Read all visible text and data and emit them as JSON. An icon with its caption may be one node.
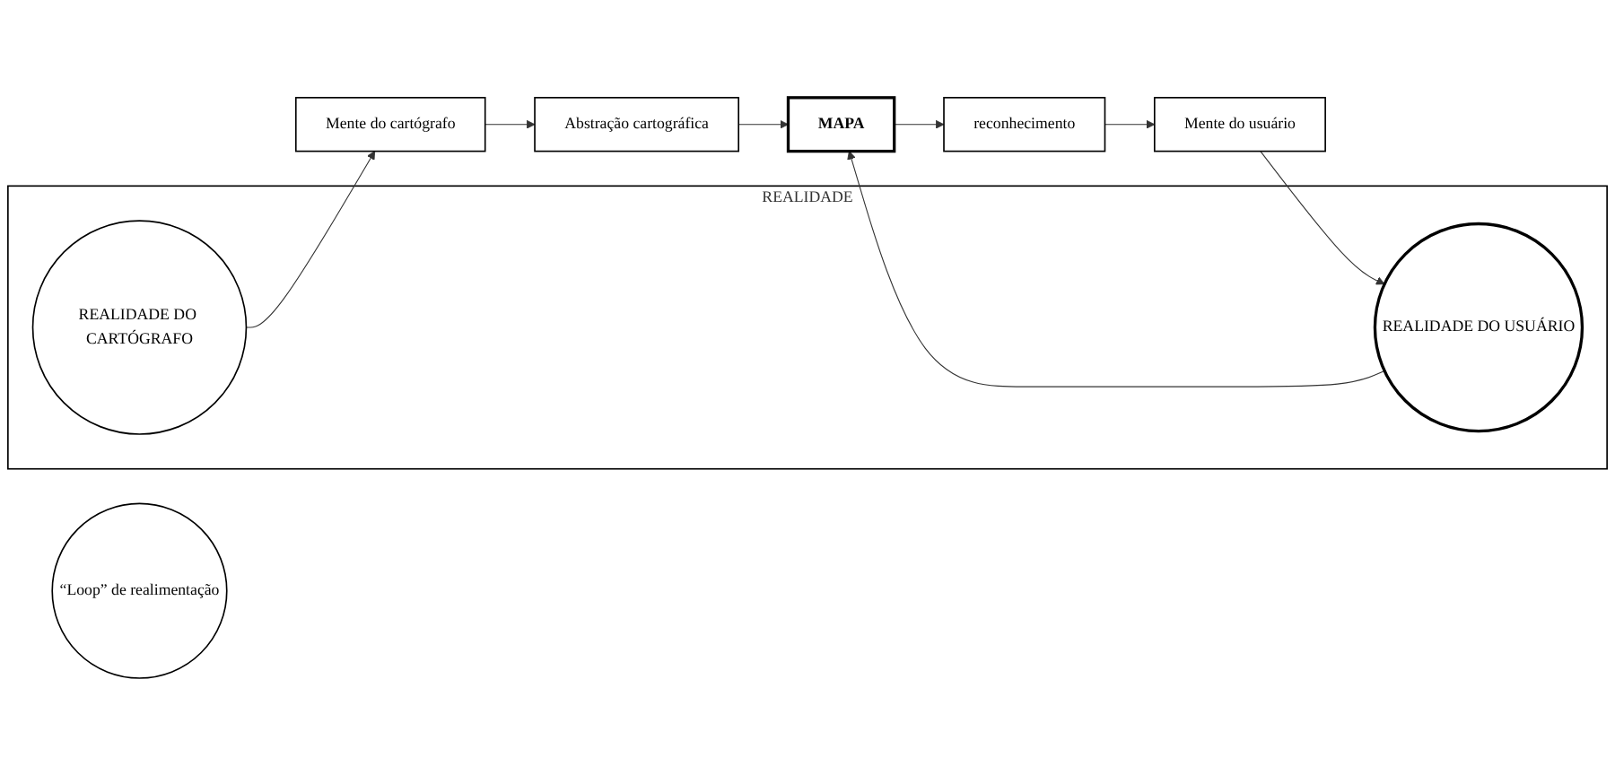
{
  "diagram": {
    "nodes": [
      {
        "text": [
          "REALIDADE"
        ]
      },
      {
        "text": [
          "REALIDADE DO CARTÓGRAFO"
        ],
        "in": 0
      },
      {
        "text": [
          "REALIDADE DO USUÁRIO"
        ],
        "in": 0
      },
      {
        "text": [
          "“Loop” de realimentação"
        ]
      },
      {
        "text": [
          "Mente do cartógrafo"
        ]
      },
      {
        "text": [
          "Abstração cartográfica"
        ]
      },
      {
        "text": [
          "MAPA"
        ]
      },
      {
        "text": [
          "reconhecimento"
        ]
      },
      {
        "text": [
          "Mente do usuário"
        ]
      }
    ],
    "edges": [
      {
        "from": 1,
        "to": 4,
        "arrow": "to"
      },
      {
        "from": 2,
        "to": 6,
        "arrow": "to"
      },
      {
        "from": 4,
        "to": 5,
        "arrow": "to"
      },
      {
        "from": 5,
        "to": 6,
        "arrow": "to"
      },
      {
        "from": 6,
        "to": 7,
        "arrow": "to"
      },
      {
        "from": 7,
        "to": 8,
        "arrow": "to"
      },
      {
        "from": 8,
        "to": 2,
        "arrow": "to"
      }
    ]
  }
}
